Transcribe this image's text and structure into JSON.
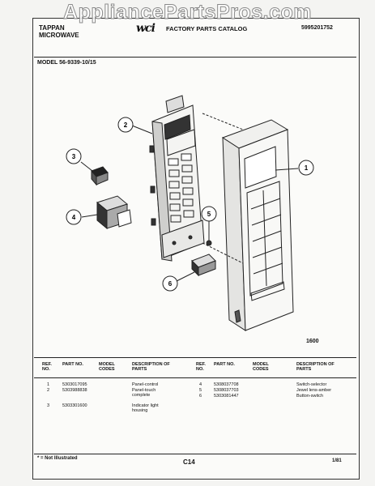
{
  "watermark": "AppliancePartsPros.com",
  "header": {
    "brand_line1": "TAPPAN",
    "brand_line2": "MICROWAVE",
    "logo": "wci",
    "catalog_title": "FACTORY PARTS CATALOG",
    "catalog_number": "5995201752"
  },
  "model": "MODEL 56-9339-10/15",
  "figure_code": "1600",
  "callouts": [
    "1",
    "2",
    "3",
    "4",
    "5",
    "6"
  ],
  "table": {
    "headers": {
      "ref_no": "REF. NO.",
      "part_no": "PART NO.",
      "model_codes": "MODEL CODES",
      "description": "DESCRIPTION OF PARTS"
    },
    "left_rows": [
      {
        "ref": "1",
        "part": "5303017095",
        "desc": "Panel-control"
      },
      {
        "ref": "2",
        "part": "5303988838",
        "desc": "Panel-touch complete"
      },
      {
        "ref": "3",
        "part": "5303301600",
        "desc": "Indicator light housing"
      }
    ],
    "right_rows": [
      {
        "ref": "4",
        "part": "5308037708",
        "desc": "Switch-selector"
      },
      {
        "ref": "5",
        "part": "5308037703",
        "desc": "Jewel lens-amber"
      },
      {
        "ref": "6",
        "part": "5303081447",
        "desc": "Button-switch"
      }
    ]
  },
  "footer": {
    "footnote": "* = Not Illustrated",
    "page": "C14",
    "date": "1/81"
  }
}
